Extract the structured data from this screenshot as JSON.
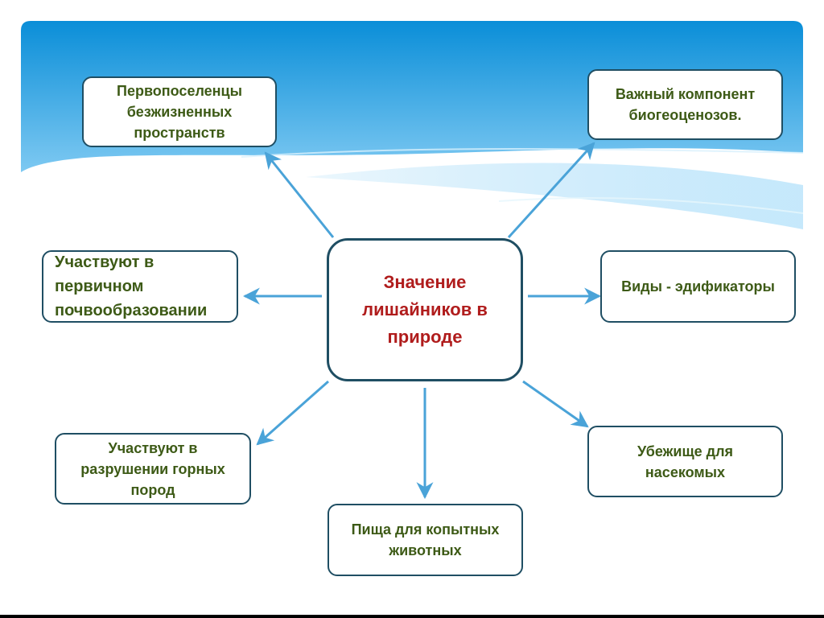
{
  "colors": {
    "sky_top": "#0a8ed8",
    "sky_bottom": "#7ec9f2",
    "box_border": "#1f4e63",
    "node_text": "#3d5a16",
    "center_text": "#b01c1c",
    "arrow": "#4aa3d8"
  },
  "center": {
    "text": "Значение\nлишайников в\nприроде"
  },
  "nodes": {
    "pioneers": "Первопоселенцы\nбезжизненных\nпространств",
    "biogeocenoses": "Важный компонент\nбиогеоценозов.",
    "soil": "Участвуют в\nпервичном\nпочвообразовании",
    "edificators": "Виды - эдификаторы",
    "rocks": "Участвуют в\nразрушении горных\nпород",
    "food": "Пища для копытных\nживотных",
    "shelter": "Убежище для\nнасекомых"
  }
}
